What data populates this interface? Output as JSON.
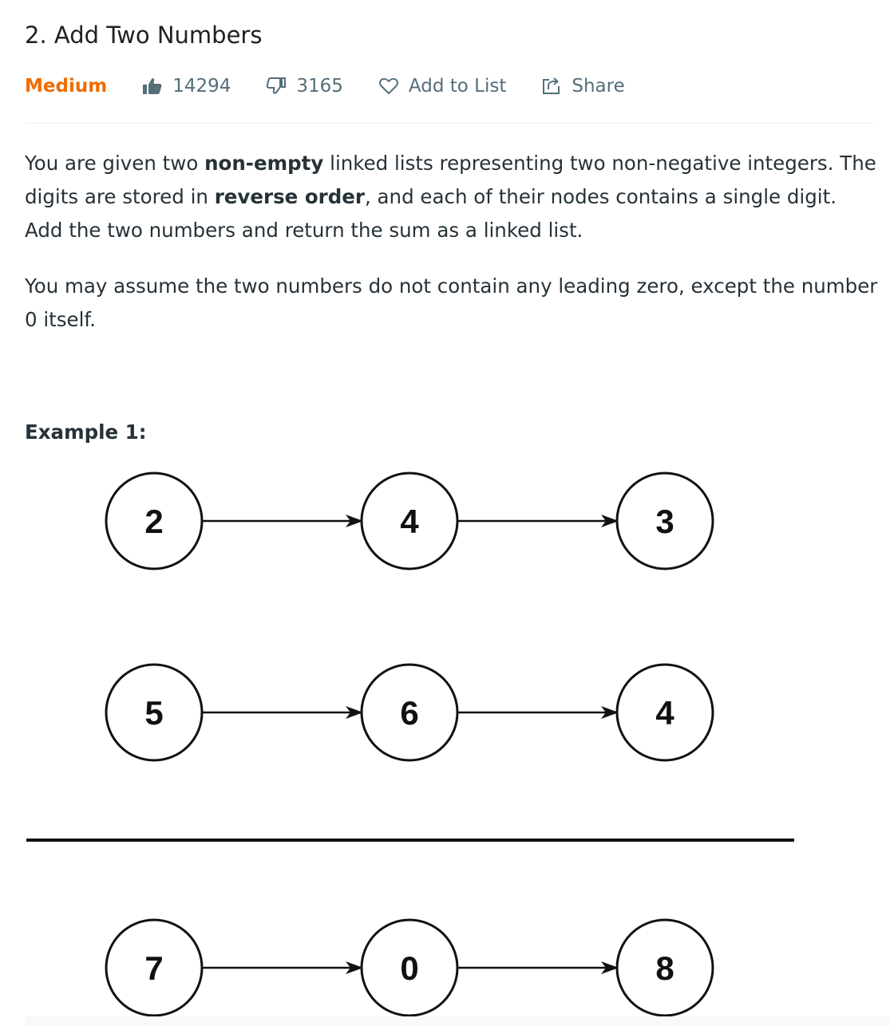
{
  "problem": {
    "title": "2. Add Two Numbers",
    "difficulty": "Medium",
    "likes": "14294",
    "dislikes": "3165",
    "add_to_list": "Add to List",
    "share": "Share",
    "difficulty_color": "#ef6c00"
  },
  "description": {
    "p1_a": "You are given two ",
    "p1_b1": "non-empty",
    "p1_c": " linked lists representing two non-negative integers. The digits are stored in ",
    "p1_b2": "reverse order",
    "p1_d": ", and each of their nodes contains a single digit. Add the two numbers and return the sum as a linked list.",
    "p2": "You may assume the two numbers do not contain any leading zero, except the number 0 itself."
  },
  "example": {
    "heading": "Example 1:",
    "rows": [
      {
        "nodes": [
          "2",
          "4",
          "3"
        ]
      },
      {
        "nodes": [
          "5",
          "6",
          "4"
        ]
      },
      {
        "nodes": [
          "7",
          "0",
          "8"
        ]
      }
    ]
  },
  "icons": {
    "likes": "thumbs-up-icon",
    "dislikes": "thumbs-down-icon",
    "add_to_list": "heart-icon",
    "share": "share-icon"
  }
}
